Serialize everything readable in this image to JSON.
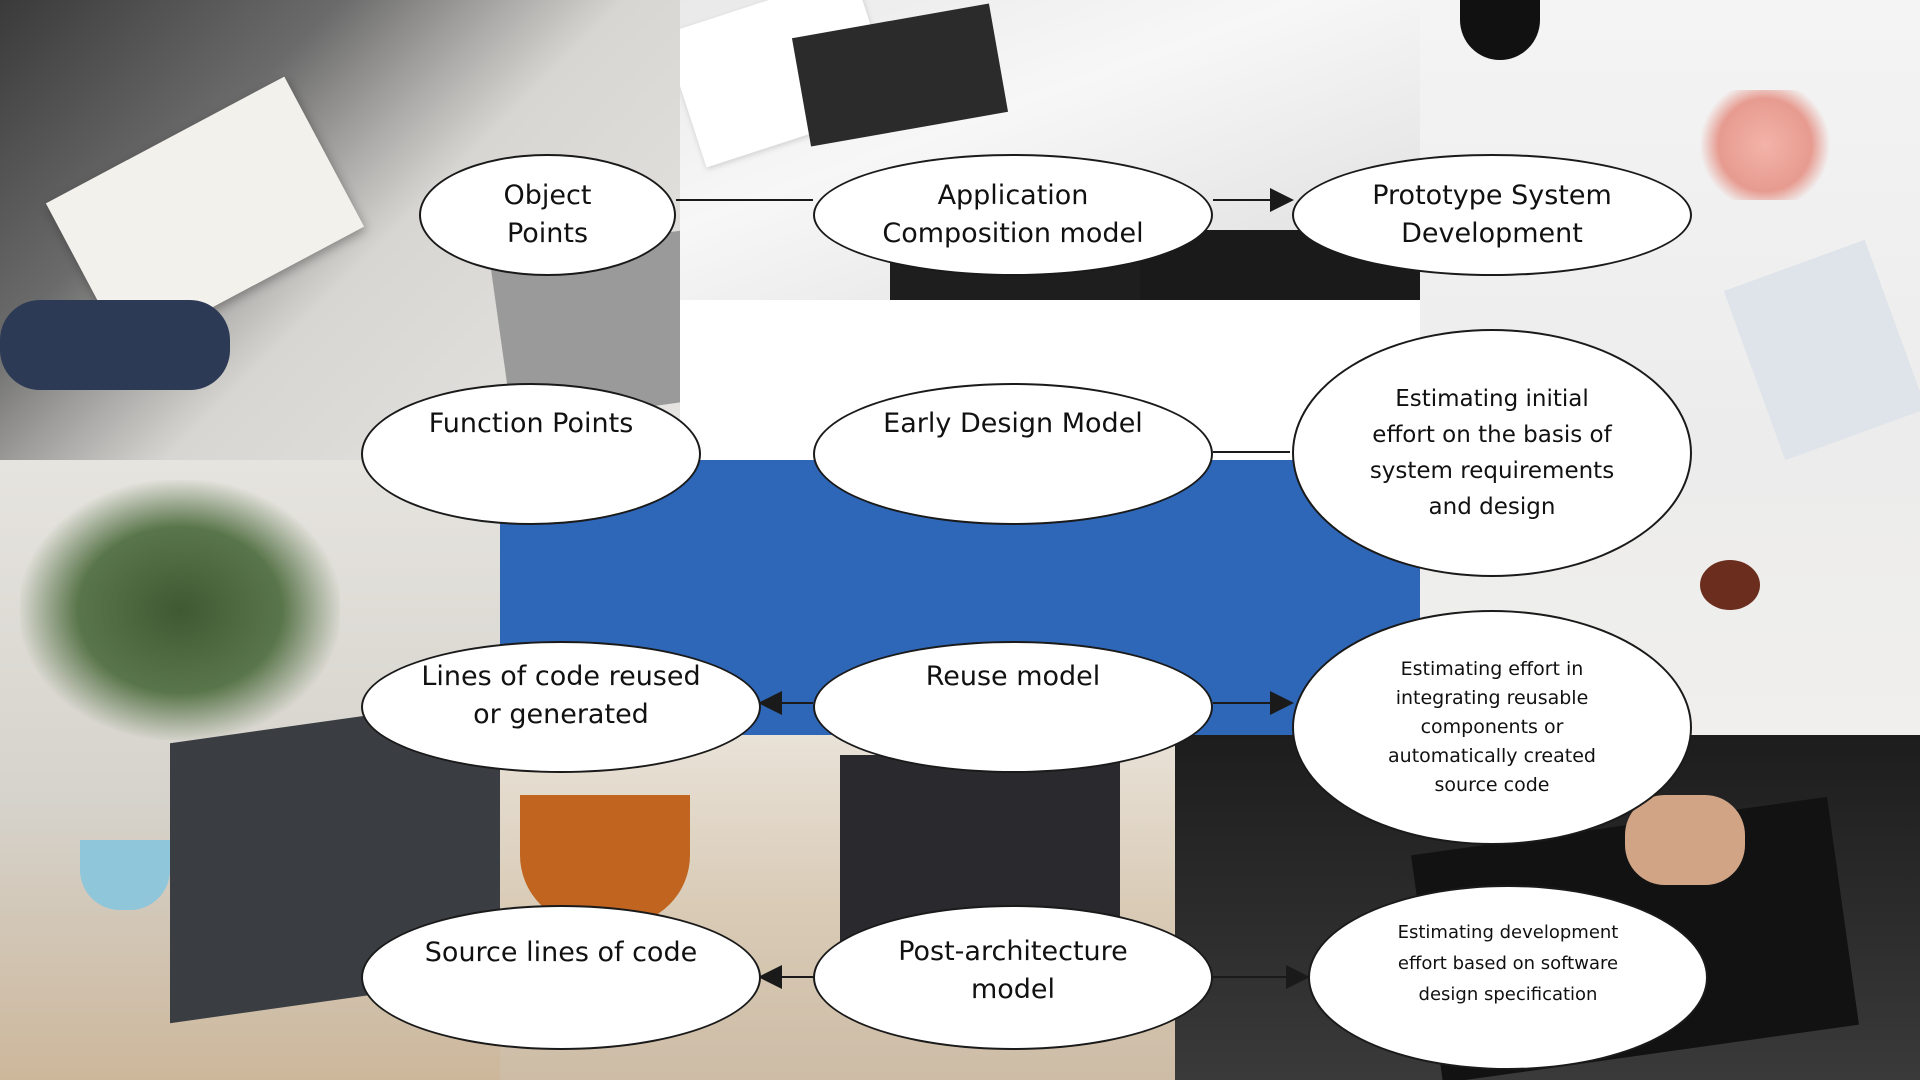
{
  "rows": [
    {
      "input": {
        "lines": [
          "Object",
          "Points"
        ]
      },
      "model": {
        "lines": [
          "Application",
          "Composition model"
        ]
      },
      "usage": {
        "lines": [
          "Prototype System",
          "Development"
        ]
      }
    },
    {
      "input": {
        "lines": [
          "Function Points"
        ]
      },
      "model": {
        "lines": [
          "Early Design Model"
        ]
      },
      "usage": {
        "lines": [
          "Estimating initial",
          "effort on the basis of",
          "system requirements",
          "and design"
        ]
      }
    },
    {
      "input": {
        "lines": [
          "Lines of code reused",
          "or generated"
        ]
      },
      "model": {
        "lines": [
          "Reuse model"
        ]
      },
      "usage": {
        "lines": [
          "Estimating effort in",
          "integrating reusable",
          "components or",
          "automatically created",
          "source code"
        ]
      }
    },
    {
      "input": {
        "lines": [
          "Source lines of code"
        ]
      },
      "model": {
        "lines": [
          "Post-architecture",
          "model"
        ]
      },
      "usage": {
        "lines": [
          "Estimating development",
          "effort based on software",
          "design specification"
        ]
      }
    }
  ],
  "colors": {
    "center_panel": "#2f67b8",
    "stroke": "#1a1a1a"
  }
}
